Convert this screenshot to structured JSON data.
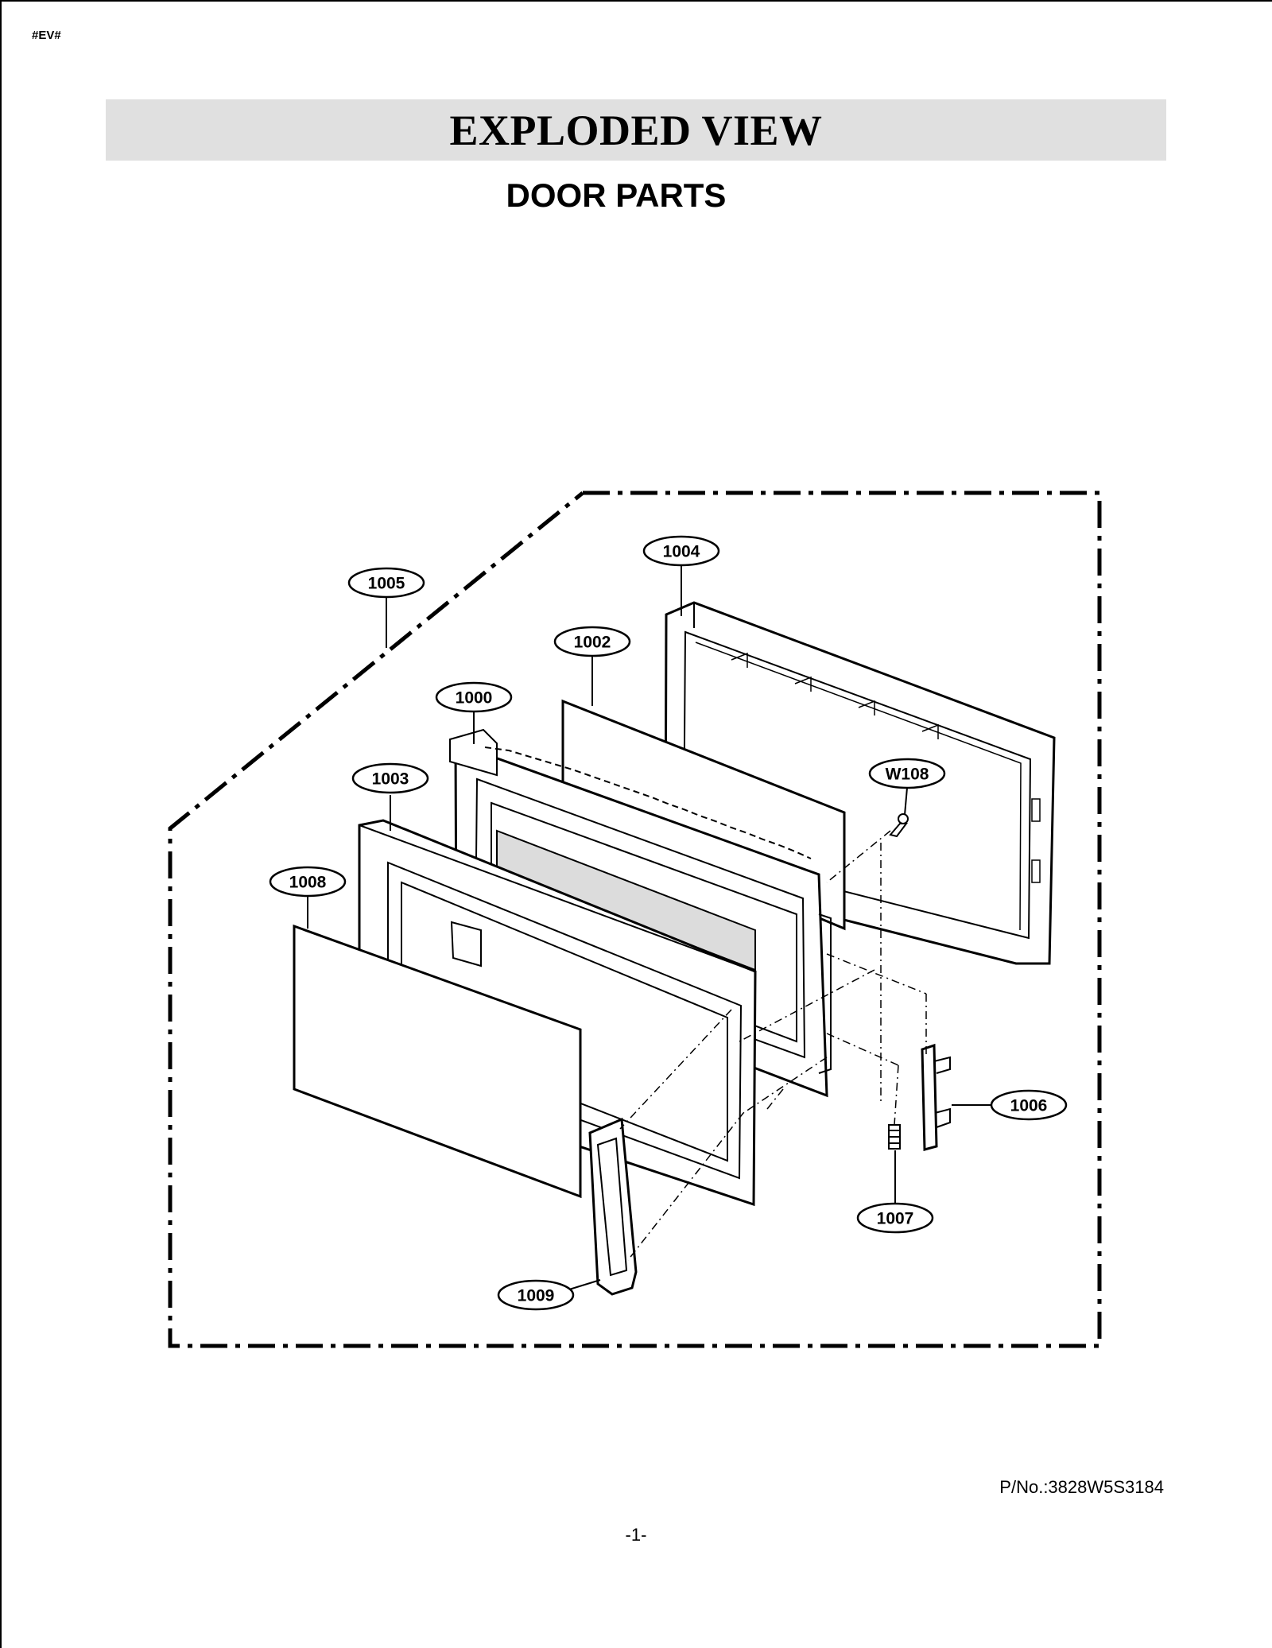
{
  "header": {
    "doc_code": "#EV#",
    "title": "EXPLODED VIEW",
    "subtitle": "DOOR PARTS"
  },
  "callouts": {
    "c1004": "1004",
    "c1005": "1005",
    "c1002": "1002",
    "c1000": "1000",
    "c1003": "1003",
    "cW108": "W108",
    "c1008": "1008",
    "c1006": "1006",
    "c1007": "1007",
    "c1009": "1009"
  },
  "footer": {
    "part_number": "P/No.:3828W5S3184",
    "page_number": "-1-"
  },
  "colors": {
    "title_band": "#e0e0e0",
    "line": "#000000",
    "glass_shade": "#dcdcdc"
  }
}
